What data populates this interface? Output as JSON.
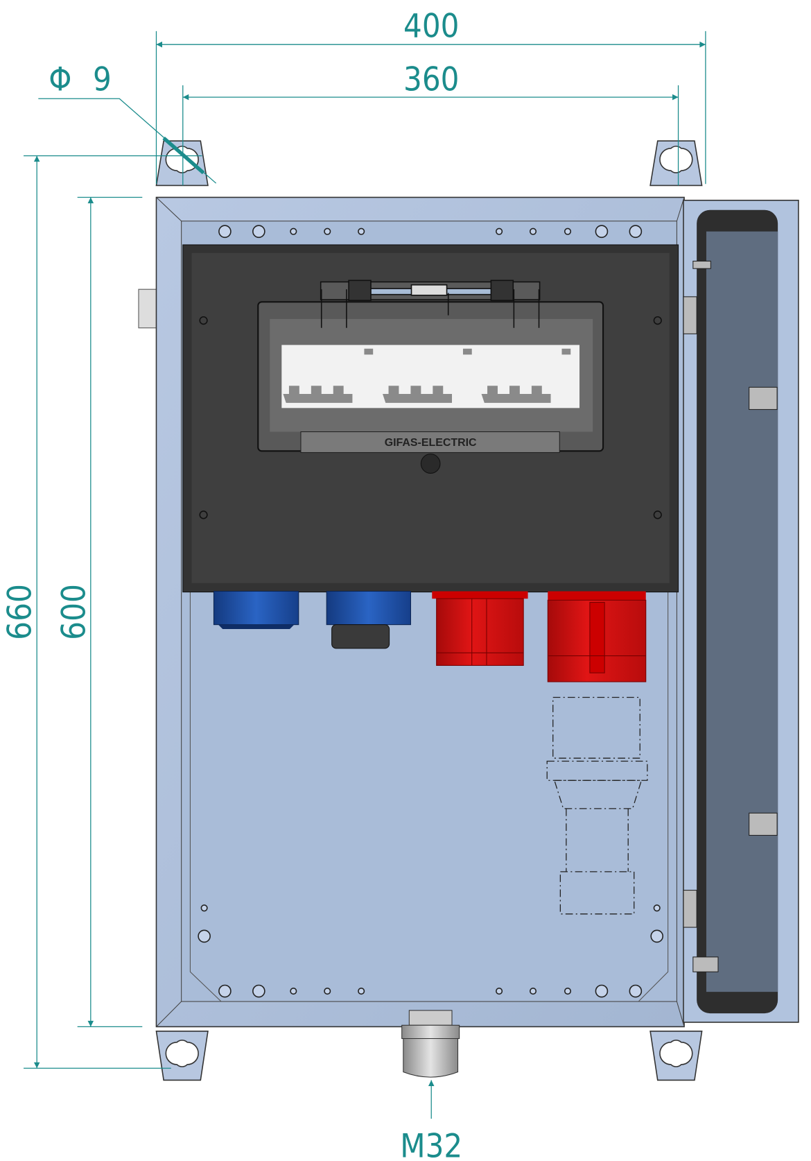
{
  "dimensions": {
    "overall_width": "400",
    "mounting_width": "360",
    "hole_diameter_symbol": "Φ",
    "hole_diameter": "9",
    "overall_height": "660",
    "body_height": "600",
    "cable_gland": "M32"
  },
  "device": {
    "brand_label": "GIFAS-ELECTRIC"
  },
  "colors": {
    "dimension": "#1b8c8c",
    "enclosure": "#a9bcd8",
    "panel": "#3d3d3d",
    "socket_blue": "#1e4fa8",
    "socket_red": "#d20f0f"
  }
}
